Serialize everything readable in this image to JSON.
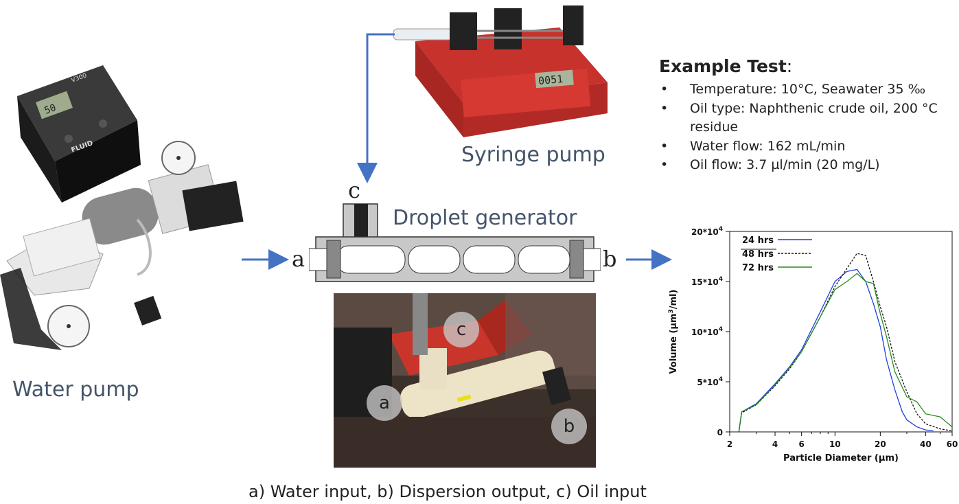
{
  "labels": {
    "water_pump": "Water pump",
    "syringe_pump": "Syringe pump",
    "droplet_generator": "Droplet generator",
    "port_a": "a",
    "port_b": "b",
    "port_c": "c",
    "caption": "a) Water input, b) Dispersion output, c) Oil input",
    "pump_display": "50",
    "pump_model": "V300",
    "pump_brand": "FLUID",
    "syringe_display": "0051"
  },
  "example_test": {
    "title": "Example Test",
    "colon": ":",
    "items": [
      "Temperature:  10°C, Seawater 35 ‰",
      "Oil type:  Naphthenic crude oil, 200 °C residue",
      "Water flow:  162 mL/min",
      "Oil flow: 3.7 µl/min (20 mg/L)"
    ]
  },
  "colors": {
    "arrow": "#4472c4",
    "label_text": "#44546a",
    "series_24": "#1f3fe0",
    "series_48": "#111111",
    "series_72": "#2a8a1f"
  },
  "chart_data": {
    "type": "line",
    "xlabel": "Particle Diameter (µm)",
    "ylabel_main": "Volume (µm",
    "ylabel_sup": "3",
    "ylabel_end": "/ml)",
    "x_scale": "log",
    "xlim": [
      2,
      60
    ],
    "ylim": [
      0,
      200000
    ],
    "x_ticks": [
      2,
      4,
      6,
      10,
      20,
      40,
      60
    ],
    "x_tick_labels": [
      "2",
      "4",
      "6",
      "10",
      "20",
      "40",
      "60"
    ],
    "y_ticks": [
      0,
      50000,
      100000,
      150000,
      200000
    ],
    "y_tick_labels": [
      {
        "base": "0",
        "sup": ""
      },
      {
        "base": "5*10",
        "sup": "4"
      },
      {
        "base": "10*10",
        "sup": "4"
      },
      {
        "base": "15*10",
        "sup": "4"
      },
      {
        "base": "20*10",
        "sup": "4"
      }
    ],
    "legend_position": "top-left",
    "series": [
      {
        "name": "24 hrs",
        "style": "solid",
        "x": [
          2.3,
          2.4,
          3,
          4,
          5,
          6,
          8,
          10,
          12,
          14,
          16,
          18,
          20,
          22,
          25,
          28,
          30,
          35,
          40,
          45
        ],
        "y": [
          0,
          20000,
          28000,
          48000,
          65000,
          82000,
          120000,
          150000,
          160000,
          162000,
          150000,
          128000,
          105000,
          72000,
          42000,
          20000,
          12000,
          5000,
          2000,
          1000
        ]
      },
      {
        "name": "48 hrs",
        "style": "dotted",
        "x": [
          2.3,
          2.4,
          3,
          4,
          5,
          6,
          8,
          10,
          12,
          14,
          16,
          18,
          20,
          22,
          25,
          30,
          35,
          40,
          50,
          60
        ],
        "y": [
          0,
          19000,
          27000,
          46000,
          63000,
          80000,
          115000,
          145000,
          163000,
          178000,
          176000,
          150000,
          125000,
          105000,
          70000,
          40000,
          18000,
          8000,
          3000,
          1000
        ]
      },
      {
        "name": "72 hrs",
        "style": "solid",
        "x": [
          2.3,
          2.4,
          3,
          4,
          5,
          6,
          8,
          10,
          12,
          14,
          16,
          18,
          20,
          22,
          25,
          30,
          35,
          40,
          50,
          60
        ],
        "y": [
          0,
          20000,
          27000,
          47000,
          64000,
          80000,
          115000,
          142000,
          150000,
          158000,
          150000,
          148000,
          118000,
          95000,
          60000,
          35000,
          30000,
          18000,
          15000,
          5000
        ]
      }
    ]
  }
}
